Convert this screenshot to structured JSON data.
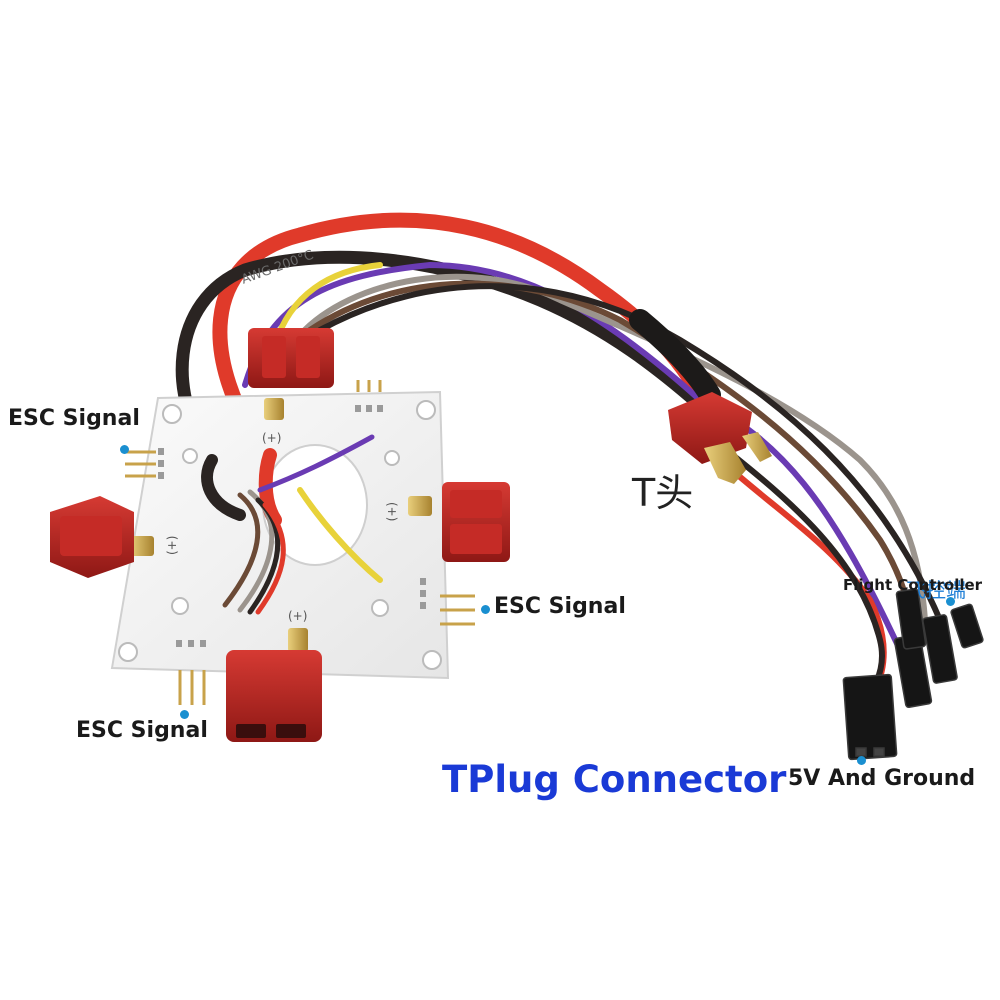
{
  "title": "TPlug Connector",
  "connector_name": "T头",
  "labels": {
    "esc_signal_left": "ESC Signal",
    "esc_signal_right": "ESC Signal",
    "esc_signal_bottom": "ESC Signal",
    "flight_controller": "Flight Controller",
    "flight_controller_cn": "飞控端",
    "power": "5V And Ground"
  },
  "pcb_polarity_mark": "(+)",
  "cable_print": "AWG 200°C",
  "colors": {
    "title": "#1a3ad6",
    "dot": "#1a8fd0",
    "connector_red": "#b9221f",
    "board": "#f4f4f4",
    "wire_red": "#e03a2a",
    "wire_black": "#2a2422",
    "wire_purple": "#6a3bb3",
    "wire_yellow": "#e8d23a",
    "wire_gray": "#9b948d",
    "wire_brown": "#6b4a36",
    "header_black": "#151515",
    "pin_gold": "#c8a24a"
  }
}
